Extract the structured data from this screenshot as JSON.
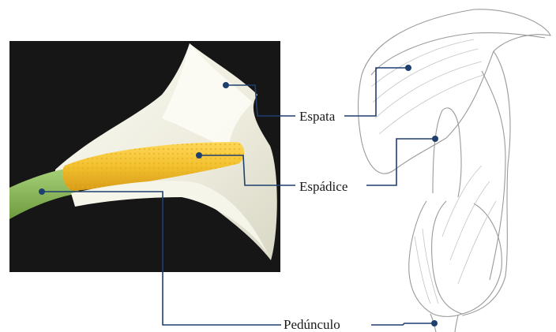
{
  "labels": {
    "espata": "Espata",
    "espadice": "Espádice",
    "pedunculo": "Pedúnculo"
  },
  "colors": {
    "leader_line": "#1f3f6e",
    "photo_background": "#161616",
    "spadix": "#f2c12e",
    "spathe": "#f2f1e6",
    "stem": "#8fbf5a",
    "sketch_stroke": "#9a9a9a"
  }
}
